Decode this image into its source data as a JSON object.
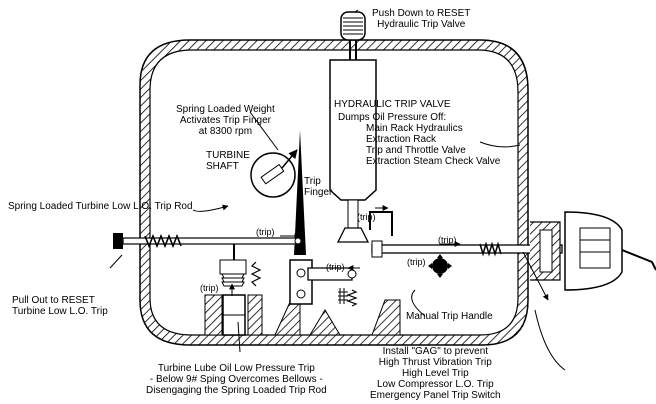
{
  "labels": {
    "push_down_reset": [
      "Push Down to RESET",
      "Hydraulic Trip Valve"
    ],
    "spring_loaded_weight": [
      "Spring Loaded Weight",
      "Activates Trip Finger",
      "at 8300 rpm"
    ],
    "turbine_shaft": [
      "TURBINE",
      "SHAFT"
    ],
    "hydraulic_trip_valve_title": "HYDRAULIC TRIP VALVE",
    "dumps_oil": "Dumps Oil Pressure Off:",
    "dumps_items": [
      "Main Rack Hydraulics",
      "Extraction Rack",
      "Trip and Throttle Valve",
      "Extraction Steam Check Valve"
    ],
    "trip_finger": [
      "Trip",
      "Finger"
    ],
    "spring_loaded_rod": "Spring Loaded Turbine  Low L.O. Trip Rod",
    "pull_out_reset": [
      "Pull Out to RESET",
      "Turbine Low L.O. Trip"
    ],
    "manual_trip_handle": "Manual Trip Handle",
    "lube_oil_trip": [
      "Turbine Lube Oil Low Pressure Trip",
      "- Below 9# Sping Overcomes Bellows -",
      "Disengaging the Spring Loaded Trip Rod"
    ],
    "install_gag": [
      "Install \"GAG\" to prevent",
      "High Thrust Vibration Trip",
      "High Level Trip",
      "Low Compressor L.O. Trip",
      "Emergency Panel Trip Switch"
    ],
    "trip_marks": [
      "(trip)",
      "(trip)",
      "(trip)",
      "(trip)",
      "(trip)",
      "(trip)"
    ]
  }
}
